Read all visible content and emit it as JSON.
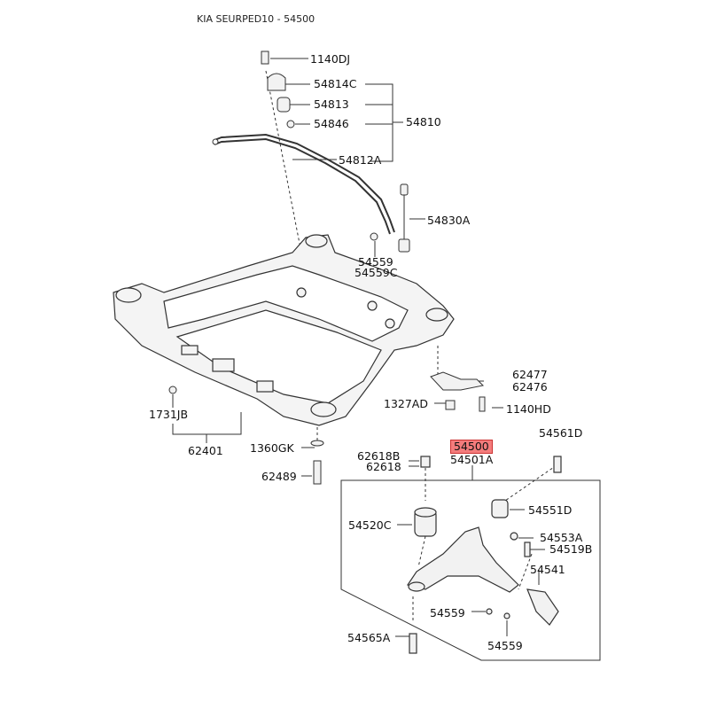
{
  "title": "KIA SEURPED10 - 54500",
  "labels": {
    "p1140DJ": "1140DJ",
    "p54814C": "54814C",
    "p54813": "54813",
    "p54846": "54846",
    "p54810": "54810",
    "p54812A": "54812A",
    "p54830A": "54830A",
    "p54559a": "54559",
    "p54559C": "54559C",
    "p62477": "62477",
    "p62476": "62476",
    "p1327AD": "1327AD",
    "p1140HD": "1140HD",
    "p1731JB": "1731JB",
    "p62401": "62401",
    "p1360GK": "1360GK",
    "p62489": "62489",
    "p54500": "54500",
    "p54501A": "54501A",
    "p54561D": "54561D",
    "p62618B": "62618B",
    "p62618": "62618",
    "p54551D": "54551D",
    "p54520C": "54520C",
    "p54553A": "54553A",
    "p54519B": "54519B",
    "p54541": "54541",
    "p54559b": "54559",
    "p54559c": "54559",
    "p54565A": "54565A"
  },
  "colors": {
    "highlight": "#f47c7c",
    "line": "#333333",
    "part_fill": "#f2f2f2"
  }
}
